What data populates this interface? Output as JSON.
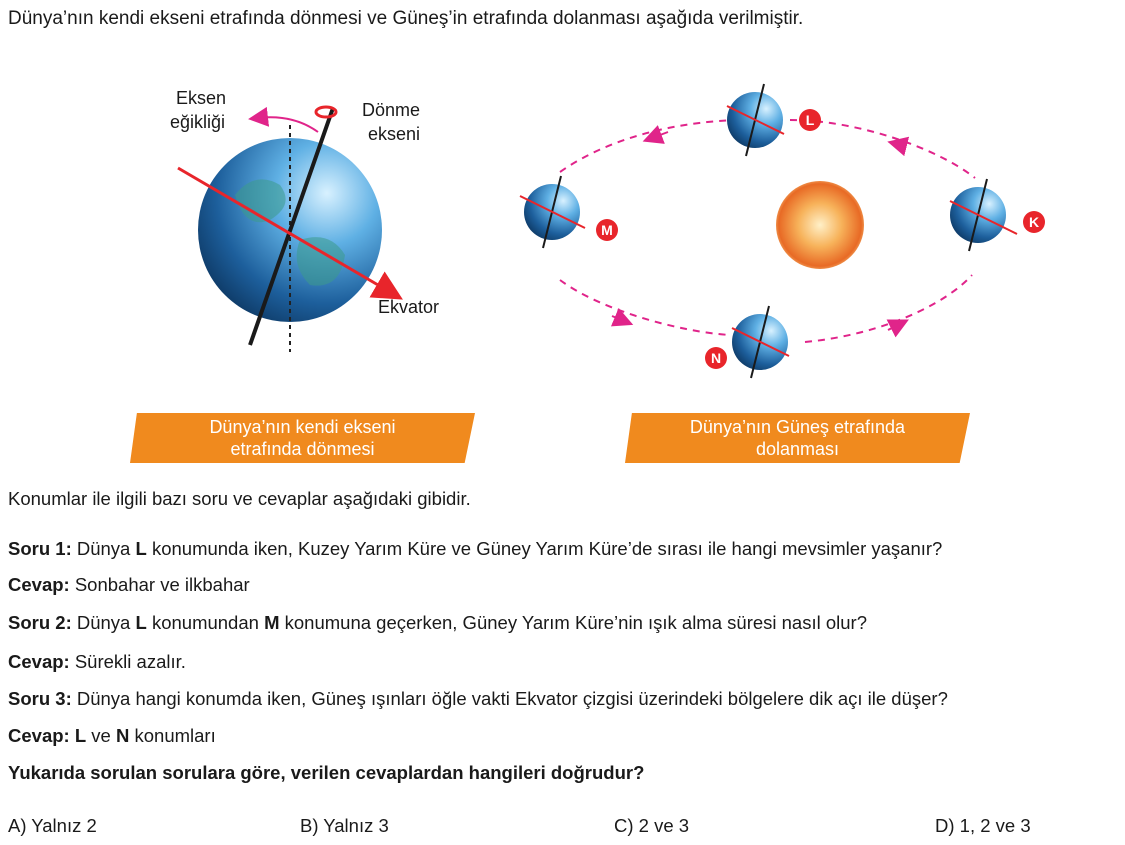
{
  "intro": "Dünya’nın kendi ekseni etrafında dönmesi ve Güneş’in etrafında dolanması aşağıda verilmiştir.",
  "figure": {
    "left_labels": {
      "tilt_line1": "Eksen",
      "tilt_line2": "eğikliği",
      "rot_line1": "Dönme",
      "rot_line2": "ekseni",
      "equator": "Ekvator"
    },
    "positions": [
      "L",
      "M",
      "N",
      "K"
    ],
    "caption_left": [
      "Dünya’nın kendi ekseni",
      "etrafında dönmesi"
    ],
    "caption_right": [
      "Dünya’nın Güneş etrafında",
      "dolanması"
    ],
    "colors": {
      "orbit": "#e0248a",
      "badge": "#e8252b",
      "caption": "#f08a1e",
      "earth": "#2e7fbf",
      "sun": "#f29a3a"
    }
  },
  "lead": "Konumlar ile ilgili bazı soru ve cevaplar aşağıdaki gibidir.",
  "qa": [
    {
      "label": "Soru 1:",
      "parts": [
        " Dünya ",
        "L",
        " konumunda iken, Kuzey Yarım Küre ve Güney Yarım Küre’de sırası ile hangi mevsimler yaşanır?"
      ]
    },
    {
      "label": "Cevap:",
      "parts": [
        " Sonbahar ve ilkbahar"
      ]
    },
    {
      "label": "Soru 2:",
      "parts": [
        " Dünya ",
        "L",
        " konumundan ",
        "M",
        " konumuna geçerken, Güney Yarım Küre’nin ışık alma süresi nasıl olur?"
      ]
    },
    {
      "label": "Cevap:",
      "parts": [
        " Sürekli azalır."
      ]
    },
    {
      "label": "Soru 3:",
      "parts": [
        " Dünya hangi konumda iken, Güneş ışınları öğle vakti Ekvator çizgisi üzerindeki bölgelere dik açı ile düşer?"
      ]
    },
    {
      "label": "Cevap:",
      "parts": [
        " ",
        "L",
        " ve ",
        "N",
        " konumları"
      ]
    }
  ],
  "question": "Yukarıda sorulan sorulara göre, verilen cevaplardan hangileri doğrudur?",
  "options": [
    "A) Yalnız 2",
    "B) Yalnız 3",
    "C) 2 ve 3",
    "D) 1, 2 ve 3"
  ]
}
